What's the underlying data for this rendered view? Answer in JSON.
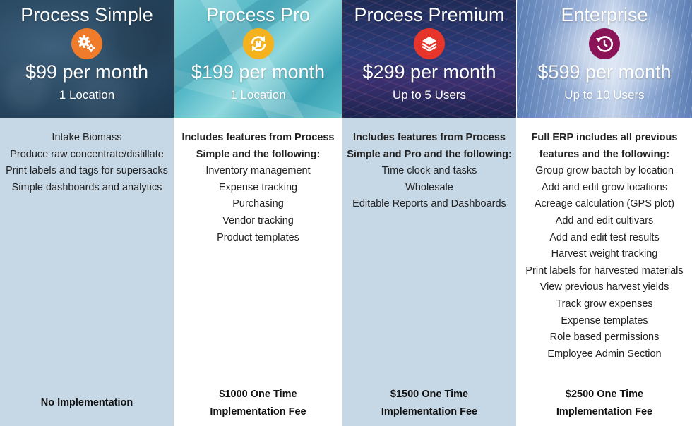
{
  "plans": [
    {
      "name": "Process Simple",
      "icon": "gears-icon",
      "icon_color": "#f07b2a",
      "price": "$99 per month",
      "sub": "1 Location",
      "intro": [],
      "features": [
        "Intake Biomass",
        "Produce raw concentrate/distillate",
        "Print labels and tags for supersacks",
        "Simple dashboards and analytics"
      ],
      "footer": [
        "No Implementation"
      ]
    },
    {
      "name": "Process Pro",
      "icon": "refresh-box-icon",
      "icon_color": "#f5b21f",
      "price": "$199 per month",
      "sub": "1 Location",
      "intro": [
        "Includes features from Process",
        "Simple and the following:"
      ],
      "features": [
        "Inventory management",
        "Expense tracking",
        "Purchasing",
        "Vendor tracking",
        "Product templates"
      ],
      "footer": [
        "$1000 One Time",
        "Implementation Fee"
      ]
    },
    {
      "name": "Process Premium",
      "icon": "layers-icon",
      "icon_color": "#e8352c",
      "price": "$299 per month",
      "sub": "Up to 5 Users",
      "intro": [
        "Includes features from Process",
        "Simple and Pro and the following:"
      ],
      "features": [
        "Time clock and tasks",
        "Wholesale",
        "Editable Reports and Dashboards"
      ],
      "footer": [
        "$1500 One Time",
        "Implementation Fee"
      ]
    },
    {
      "name": "Enterprise",
      "icon": "history-icon",
      "icon_color": "#8a1257",
      "price": "$599 per month",
      "sub": "Up to 10 Users",
      "intro": [
        "Full ERP includes all previous",
        "features and the following:"
      ],
      "features": [
        "Group grow bactch by location",
        "Add and edit grow locations",
        "Acreage calculation (GPS plot)",
        "Add and edit cultivars",
        "Add and edit test results",
        "Harvest weight tracking",
        "Print labels for harvested materials",
        "View previous harvest yields",
        "Track grow expenses",
        "Expense templates",
        "Role based permissions",
        "Employee Admin Section"
      ],
      "footer": [
        "$2500 One Time",
        "Implementation Fee"
      ]
    }
  ]
}
